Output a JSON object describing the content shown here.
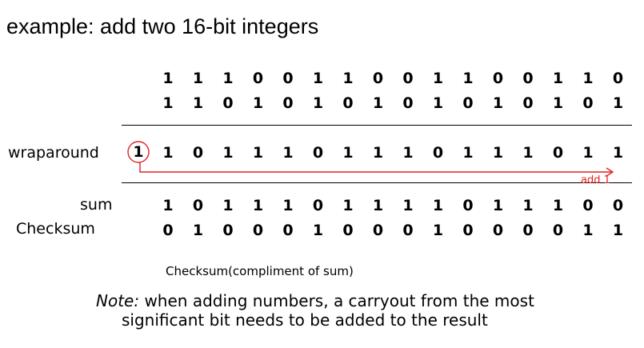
{
  "title": "example: add two 16-bit integers",
  "rows": {
    "a": [
      "1",
      "1",
      "1",
      "0",
      "0",
      "1",
      "1",
      "0",
      "0",
      "1",
      "1",
      "0",
      "0",
      "1",
      "1",
      "0"
    ],
    "b": [
      "1",
      "1",
      "0",
      "1",
      "0",
      "1",
      "0",
      "1",
      "0",
      "1",
      "0",
      "1",
      "0",
      "1",
      "0",
      "1"
    ],
    "wraparound": [
      "1",
      "0",
      "1",
      "1",
      "1",
      "0",
      "1",
      "1",
      "1",
      "0",
      "1",
      "1",
      "1",
      "0",
      "1",
      "1"
    ],
    "sum": [
      "1",
      "0",
      "1",
      "1",
      "1",
      "0",
      "1",
      "1",
      "1",
      "1",
      "0",
      "1",
      "1",
      "1",
      "0",
      "0"
    ],
    "checksum": [
      "0",
      "1",
      "0",
      "0",
      "0",
      "1",
      "0",
      "0",
      "0",
      "1",
      "0",
      "0",
      "0",
      "0",
      "1",
      "1"
    ]
  },
  "labels": {
    "wraparound": "wraparound",
    "sum": "sum",
    "checksum": "Checksum"
  },
  "wrap_bit": "1",
  "add_label": "add 1",
  "caption": "Checksum(compliment of sum)",
  "note": {
    "label": "Note:",
    "line1": " when adding numbers, a carryout from the most",
    "line2": "significant bit needs to be added to the result"
  },
  "colors": {
    "arrow": "#e02020",
    "text": "#000000"
  }
}
